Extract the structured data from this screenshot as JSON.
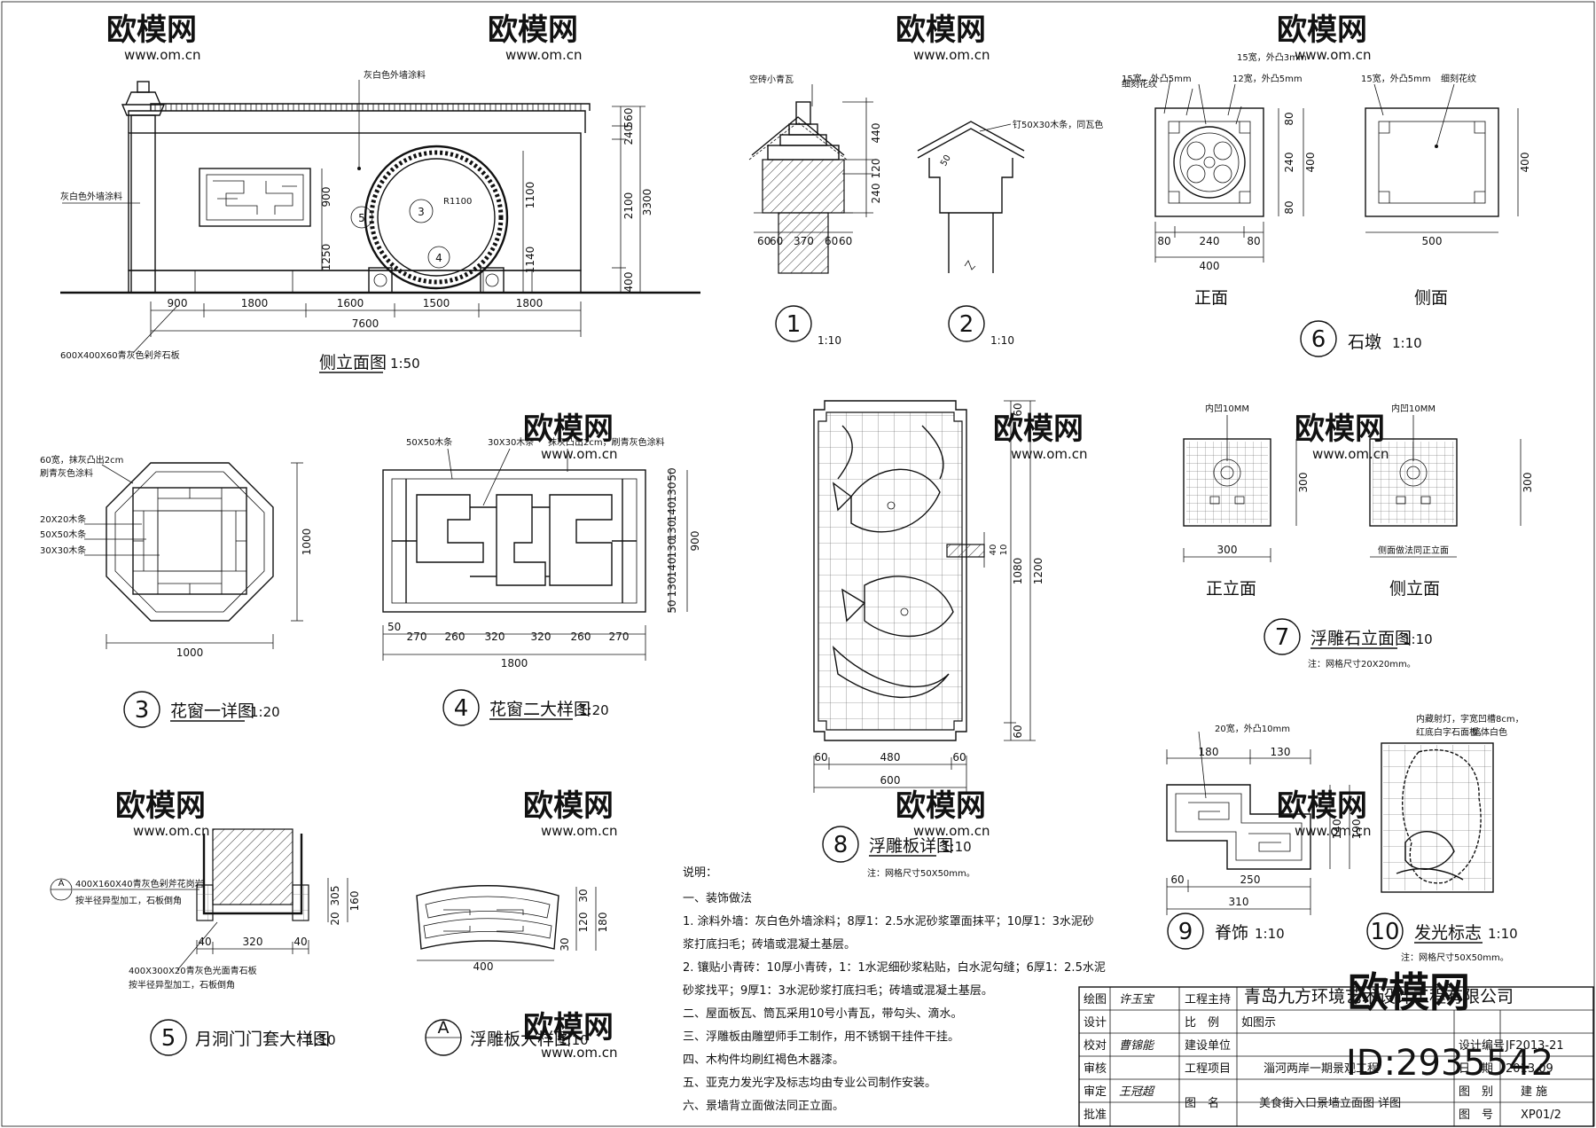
{
  "watermark": {
    "brand": "欧模网",
    "site": "www.om.cn"
  },
  "elevation": {
    "title": "侧立面图",
    "scale": "1:50",
    "labels": {
      "top_coping": "灰白色外墙涂料",
      "wall": "灰白色外墙涂料",
      "base_stone": "600X400X60青灰色剁斧石板",
      "moon_dia": "R1100"
    },
    "bottom_dims": [
      "900",
      "1800",
      "1600",
      "1500",
      "1800"
    ],
    "total": "7600",
    "right_dims": [
      "560",
      "240",
      "2100",
      "400"
    ],
    "right_total": "3300",
    "window_dims": [
      "900",
      "1250"
    ],
    "door_dims": [
      "1100",
      "1140"
    ],
    "circle_marks": [
      "3",
      "4",
      "5"
    ]
  },
  "detail1": {
    "num": "1",
    "scale": "1:10",
    "label": "空砖小青瓦",
    "dims_bottom": [
      "60",
      "60",
      "370",
      "60",
      "60"
    ],
    "dims_right": [
      "440",
      "120",
      "240"
    ]
  },
  "detail2": {
    "num": "2",
    "scale": "1:10",
    "label": "钉50X30木条，同瓦色",
    "dim": "50"
  },
  "detail6": {
    "num": "6",
    "title": "石墩",
    "scale": "1:10",
    "front_label": "正面",
    "side_label": "侧面",
    "callouts": [
      "细刻花纹",
      "15宽，外凸5mm",
      "15宽，外凸3mm",
      "12宽，外凸5mm",
      "15宽，外凸5mm",
      "细刻花纹"
    ],
    "front_dims_bottom": [
      "80",
      "240",
      "80"
    ],
    "front_total": "400",
    "front_dims_right": [
      "80",
      "240",
      "80"
    ],
    "front_right_total": "400",
    "side_bottom": "500",
    "side_right": "400"
  },
  "detail3": {
    "num": "3",
    "title": "花窗一详图",
    "scale": "1:20",
    "callouts": [
      "60宽，抹灰凸出2cm",
      "刷青灰色涂料",
      "20X20木条",
      "50X50木条",
      "30X30木条"
    ],
    "dim_bottom": "1000",
    "dim_right": "1000"
  },
  "detail4": {
    "num": "4",
    "title": "花窗二大样图",
    "scale": "1:20",
    "callouts": [
      "50X50木条",
      "30X30木条",
      "抹灰凸出2cm，刷青灰色涂料"
    ],
    "dims_bottom": [
      "50",
      "270",
      "260",
      "320",
      "320",
      "260",
      "270"
    ],
    "total": "1800",
    "dims_right": [
      "50",
      "130",
      "140",
      "130",
      "130",
      "140",
      "130",
      "50"
    ],
    "right_total": "900"
  },
  "detail8": {
    "num": "8",
    "title": "浮雕板详图",
    "scale": "1:10",
    "note": "注：网格尺寸50X50mm。",
    "dims_bottom": [
      "60",
      "480",
      "60"
    ],
    "total": "600",
    "dims_right": [
      "60",
      "1080",
      "60"
    ],
    "right_total": "1200",
    "side_dims": [
      "40",
      "10"
    ]
  },
  "detail7": {
    "num": "7",
    "title": "浮雕石立面图",
    "scale": "1:10",
    "note": "注：网格尺寸20X20mm。",
    "front_label": "正立面",
    "side_label": "侧立面",
    "callouts": [
      "内凹10MM",
      "内凹10MM",
      "侧面做法同正立面"
    ],
    "dim_front": "300",
    "dim_right": "300"
  },
  "detail9": {
    "num": "9",
    "title": "脊饰",
    "scale": "1:10",
    "callout": "20宽，外凸10mm",
    "dims_top": [
      "180",
      "130"
    ],
    "dims_bottom": [
      "60",
      "250"
    ],
    "total": "310",
    "dims_right": [
      "140",
      "190"
    ]
  },
  "detail10": {
    "num": "10",
    "title": "发光标志",
    "scale": "1:10",
    "note": "注：网格尺寸50X50mm。",
    "callouts": [
      "内藏射灯，字宽凹槽8cm，",
      "红底白字石面板，",
      "整体白色"
    ]
  },
  "detail5": {
    "num": "5",
    "title": "月洞门门套大样图",
    "scale": "1:10",
    "callouts": [
      "400X160X40青灰色剁斧花岗岩",
      "按半径异型加工，石板倒角",
      "400X300X20青灰色光面青石板",
      "按半径异型加工，石板倒角"
    ],
    "section": "A",
    "dims_bottom": [
      "40",
      "320",
      "40"
    ],
    "dims_right": [
      "20",
      "305",
      "160"
    ]
  },
  "detailA": {
    "num": "A",
    "title": "浮雕板大样图",
    "scale": "1:10",
    "dims": [
      "400",
      "30",
      "120",
      "30",
      "180"
    ]
  },
  "notes": {
    "heading": "说明：",
    "lines": [
      "一、装饰做法",
      "1. 涂料外墙：灰白色外墙涂料；8厚1：2.5水泥砂浆罩面抹平；10厚1：3水泥砂",
      "浆打底扫毛；砖墙或混凝土基层。",
      "2. 镶贴小青砖：10厚小青砖，1：1水泥细砂浆粘贴，白水泥勾缝；6厚1：2.5水泥",
      "砂浆找平；9厚1：3水泥砂浆打底扫毛；砖墙或混凝土基层。",
      "二、屋面板瓦、筒瓦采用10号小青瓦，带勾头、滴水。",
      "三、浮雕板由雕塑师手工制作，用不锈钢干挂件干挂。",
      "四、木构件均刷红褐色木器漆。",
      "五、亚克力发光字及标志均由专业公司制作安装。",
      "六、景墙背立面做法同正立面。"
    ]
  },
  "title_block": {
    "company": "青岛九方环境艺术设计工程有限公司",
    "rows": [
      {
        "k": "绘图",
        "sig": "许玉宝",
        "k2": "工程主持",
        "v2": ""
      },
      {
        "k": "设计",
        "sig": "",
        "k2": "比　例",
        "v2": "如图示"
      },
      {
        "k": "校对",
        "sig": "曹锦能",
        "k2": "建设单位",
        "v2": ""
      },
      {
        "k": "审核",
        "sig": "",
        "k2": "工程项目",
        "v2": "淄河两岸一期景观工程"
      },
      {
        "k": "审定",
        "sig": "王冠超",
        "k2": "图　名",
        "v2": "美食街入口景墙立面图 详图"
      },
      {
        "k": "批准",
        "sig": "",
        "k2": "",
        "v2": ""
      }
    ],
    "right": [
      {
        "k": "设计编号",
        "v": "JF2013-21"
      },
      {
        "k": "日　期",
        "v": "2013.09"
      },
      {
        "k": "图　别",
        "v": "建 施"
      },
      {
        "k": "图　号",
        "v": "XP01/2"
      }
    ]
  },
  "overlay": {
    "brand": "欧模网",
    "id": "ID:2935542"
  }
}
